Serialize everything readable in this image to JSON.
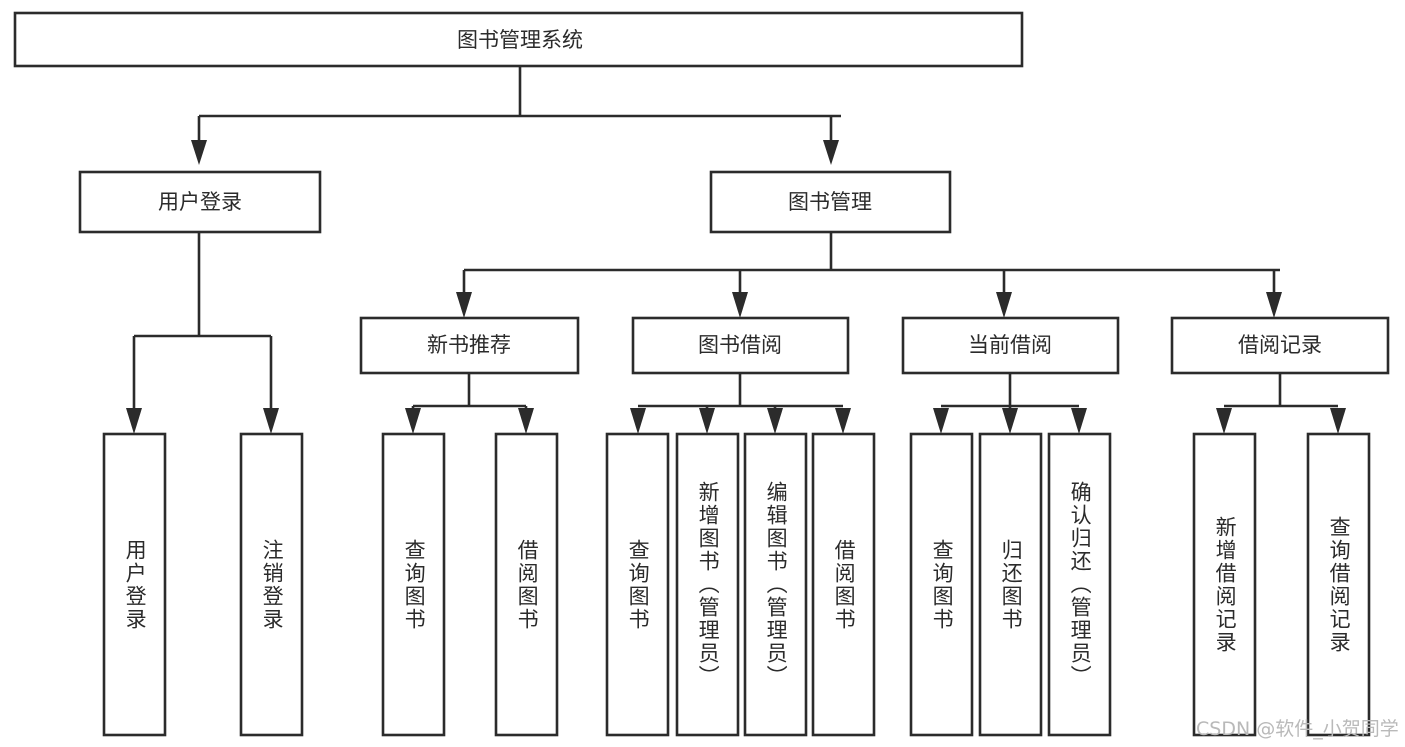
{
  "diagram": {
    "type": "hierarchy-tree",
    "title": "图书管理系统",
    "watermark": "CSDN @软件_小贺同学",
    "colors": {
      "stroke": "#2b2b2b",
      "fill": "#ffffff",
      "text": "#2b2b2b",
      "watermark": "#b9b9b9"
    },
    "root": {
      "label": "图书管理系统"
    },
    "level2": [
      {
        "id": "user-login",
        "label": "用户登录"
      },
      {
        "id": "book-manage",
        "label": "图书管理"
      }
    ],
    "level3": [
      {
        "id": "new-book-recommend",
        "label": "新书推荐"
      },
      {
        "id": "book-borrow",
        "label": "图书借阅"
      },
      {
        "id": "current-borrow",
        "label": "当前借阅"
      },
      {
        "id": "borrow-record",
        "label": "借阅记录"
      }
    ],
    "leaves": {
      "user_login": [
        {
          "id": "leaf-user-login",
          "label": "用户登录"
        },
        {
          "id": "leaf-logout-login",
          "label": "注销登录"
        }
      ],
      "new_book_recommend": [
        {
          "id": "leaf-query-book-1",
          "label": "查询图书"
        },
        {
          "id": "leaf-borrow-book-1",
          "label": "借阅图书"
        }
      ],
      "book_borrow": [
        {
          "id": "leaf-query-book-2",
          "label": "查询图书"
        },
        {
          "id": "leaf-add-book",
          "label": "新增图书（管理员）"
        },
        {
          "id": "leaf-edit-book",
          "label": "编辑图书（管理员）"
        },
        {
          "id": "leaf-borrow-book-2",
          "label": "借阅图书"
        }
      ],
      "current_borrow": [
        {
          "id": "leaf-query-book-3",
          "label": "查询图书"
        },
        {
          "id": "leaf-return-book",
          "label": "归还图书"
        },
        {
          "id": "leaf-confirm-return",
          "label": "确认归还（管理员）"
        }
      ],
      "borrow_record": [
        {
          "id": "leaf-add-record",
          "label": "新增借阅记录"
        },
        {
          "id": "leaf-query-record",
          "label": "查询借阅记录"
        }
      ]
    }
  }
}
